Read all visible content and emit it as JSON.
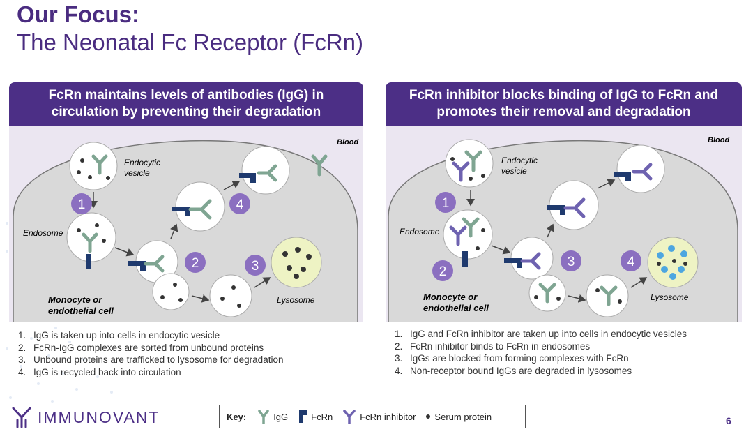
{
  "title": {
    "main": "Our Focus:",
    "sub": "The Neonatal Fc Receptor (FcRn)"
  },
  "left_panel": {
    "header": "FcRn maintains levels of antibodies (IgG) in circulation by preventing their degradation",
    "labels": {
      "blood": "Blood",
      "endocytic_vesicle_1": "Endocytic",
      "endocytic_vesicle_2": "vesicle",
      "endosome": "Endosome",
      "cell_1": "Monocyte or",
      "cell_2": "endothelial cell",
      "lysosome": "Lysosome"
    },
    "step_numbers": [
      "1",
      "2",
      "3",
      "4"
    ],
    "steps": [
      {
        "n": "1.",
        "text": "IgG is taken up into cells in endocytic vesicle"
      },
      {
        "n": "2.",
        "text": "FcRn-IgG complexes are sorted from unbound proteins"
      },
      {
        "n": "3.",
        "text": "Unbound proteins are trafficked to lysosome for degradation"
      },
      {
        "n": "4.",
        "text": "IgG is recycled back into circulation"
      }
    ]
  },
  "right_panel": {
    "header": "FcRn inhibitor blocks binding of IgG to FcRn and promotes their removal and degradation",
    "labels": {
      "blood": "Blood",
      "endocytic_vesicle_1": "Endocytic",
      "endocytic_vesicle_2": "vesicle",
      "endosome": "Endosome",
      "cell_1": "Monocyte or",
      "cell_2": "endothelial cell",
      "lysosome": "Lysosome"
    },
    "step_numbers": [
      "1",
      "2",
      "3",
      "4"
    ],
    "steps": [
      {
        "n": "1.",
        "text": "IgG and FcRn inhibitor are taken up into cells in endocytic vesicles"
      },
      {
        "n": "2.",
        "text": "FcRn inhibitor binds to FcRn in endosomes"
      },
      {
        "n": "3.",
        "text": "IgGs are blocked from forming complexes with FcRn"
      },
      {
        "n": "4.",
        "text": "Non-receptor bound IgGs are degraded in lysosomes"
      }
    ]
  },
  "key": {
    "title": "Key:",
    "igg": "IgG",
    "fcrn": "FcRn",
    "inhibitor": "FcRn inhibitor",
    "serum": "Serum protein"
  },
  "logo": {
    "text": "IMMUNOVANT"
  },
  "page_number": "6",
  "colors": {
    "purple": "#4c2f86",
    "igg_green": "#7fa592",
    "fcrn_navy": "#1f3a6e",
    "inhibitor": "#6e62b0",
    "step_circle": "#8b6fc0",
    "lysosome": "#eef3c4",
    "cell_gray": "#d9d9d9"
  }
}
